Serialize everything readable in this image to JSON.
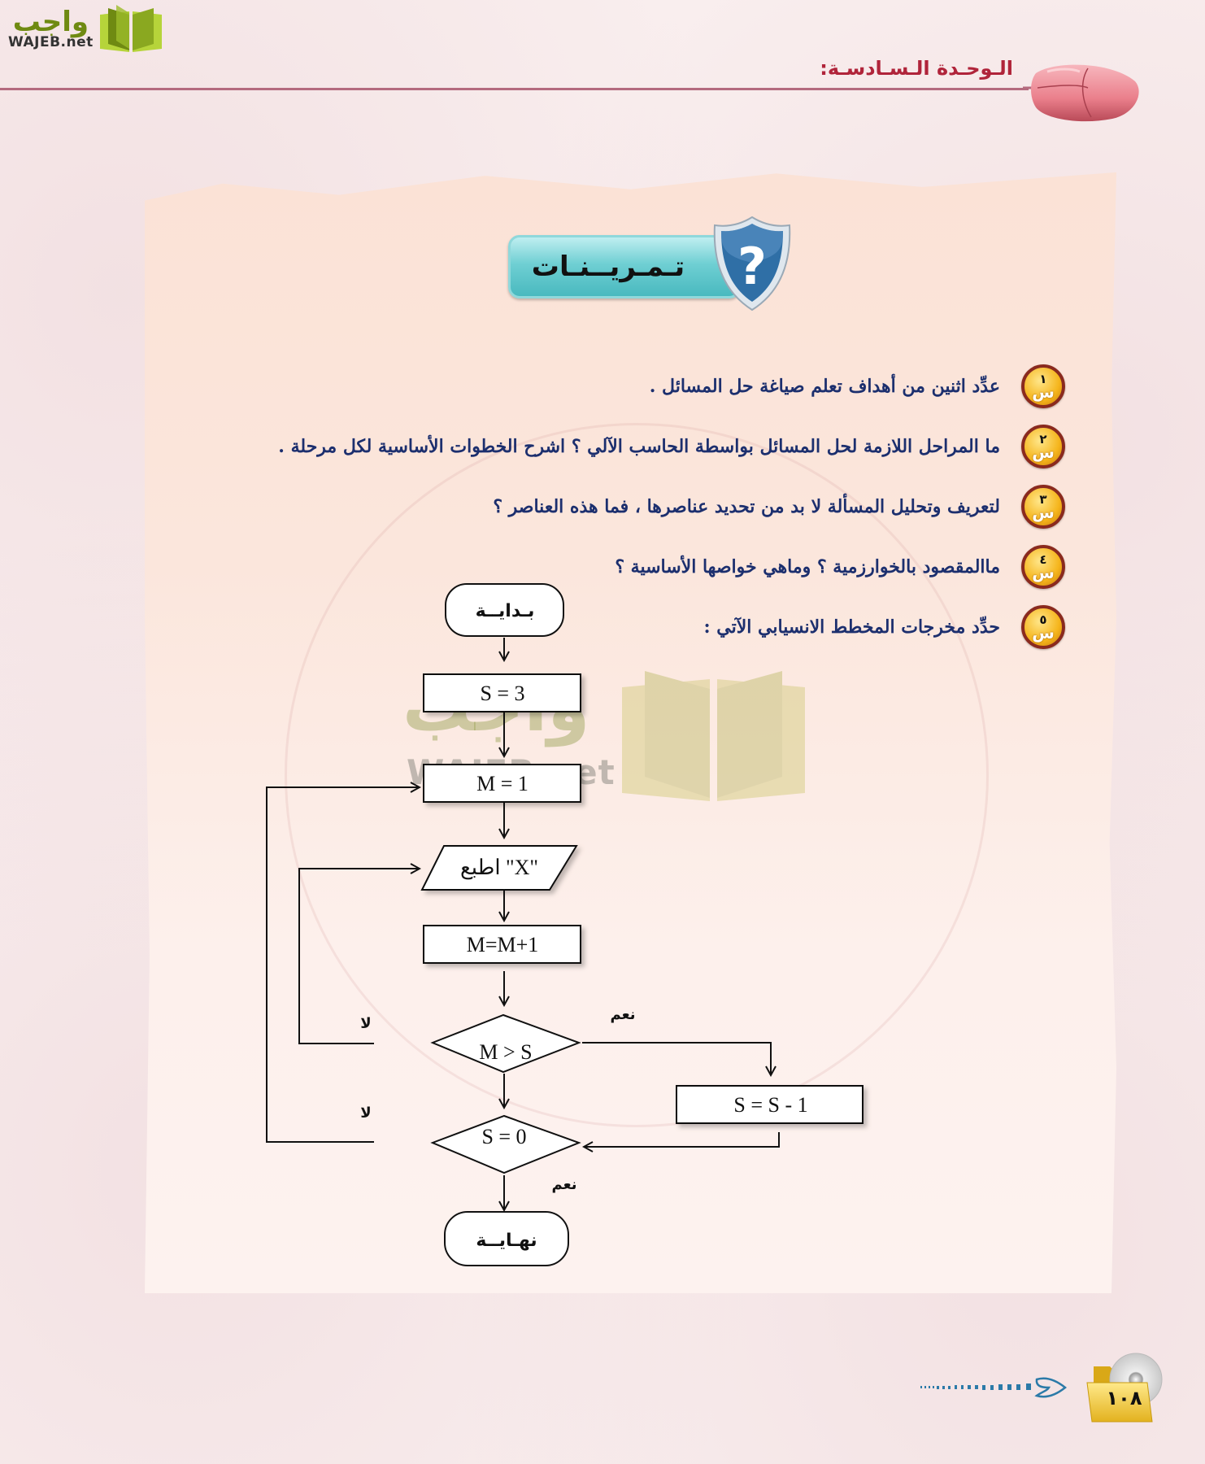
{
  "logo": {
    "arabic": "واجب",
    "latin": "WAJEB.net",
    "icon": "open-book-icon"
  },
  "header": {
    "unit_title": "الـوحـدة الـسـادسـة:",
    "decoration_icon": "computer-mouse-icon"
  },
  "exercises_badge": {
    "label": "تـمـريــنـات",
    "icon": "question-shield-icon"
  },
  "questions": [
    {
      "badge_letter": "س",
      "number": "١",
      "text": "عدِّد اثنين من أهداف تعلم صياغة حل المسائل ."
    },
    {
      "badge_letter": "س",
      "number": "٢",
      "text": "ما المراحل اللازمة لحل المسائل بواسطة الحاسب الآلي ؟ اشرح الخطوات الأساسية لكل مرحلة ."
    },
    {
      "badge_letter": "س",
      "number": "٣",
      "text": "لتعريف وتحليل المسألة لا بد من تحديد عناصرها ، فما هذه العناصر ؟"
    },
    {
      "badge_letter": "س",
      "number": "٤",
      "text": "ماالمقصود بالخوارزمية ؟ وماهي خواصها الأساسية ؟"
    },
    {
      "badge_letter": "س",
      "number": "٥",
      "text": "حدِّد مخرجات المخطط الانسيابي الآتي :"
    }
  ],
  "flowchart": {
    "start": "بـدايــة",
    "init_s": "S = 3",
    "init_m": "M = 1",
    "print": "اطبع \"X\"",
    "increment": "M=M+1",
    "decision1": "M > S",
    "decision1_yes": "نعم",
    "decision1_no": "لا",
    "decrement": "S = S - 1",
    "decision2": "S = 0",
    "decision2_yes": "نعم",
    "decision2_no": "لا",
    "end": "نهـايــة"
  },
  "watermark": {
    "arabic": "واجب",
    "latin": "WAJEB.net"
  },
  "footer": {
    "page_number": "١٠٨",
    "arrow_icon": "dotted-arrow-icon",
    "folder_icon": "folder-cd-icon"
  },
  "colors": {
    "unit_title": "#b0243a",
    "question_text": "#1c2f6e",
    "badge_teal": "#49b9bf",
    "shield_blue": "#2f6fa6",
    "logo_green": "#6f8a12",
    "header_line": "#b46a7e"
  }
}
